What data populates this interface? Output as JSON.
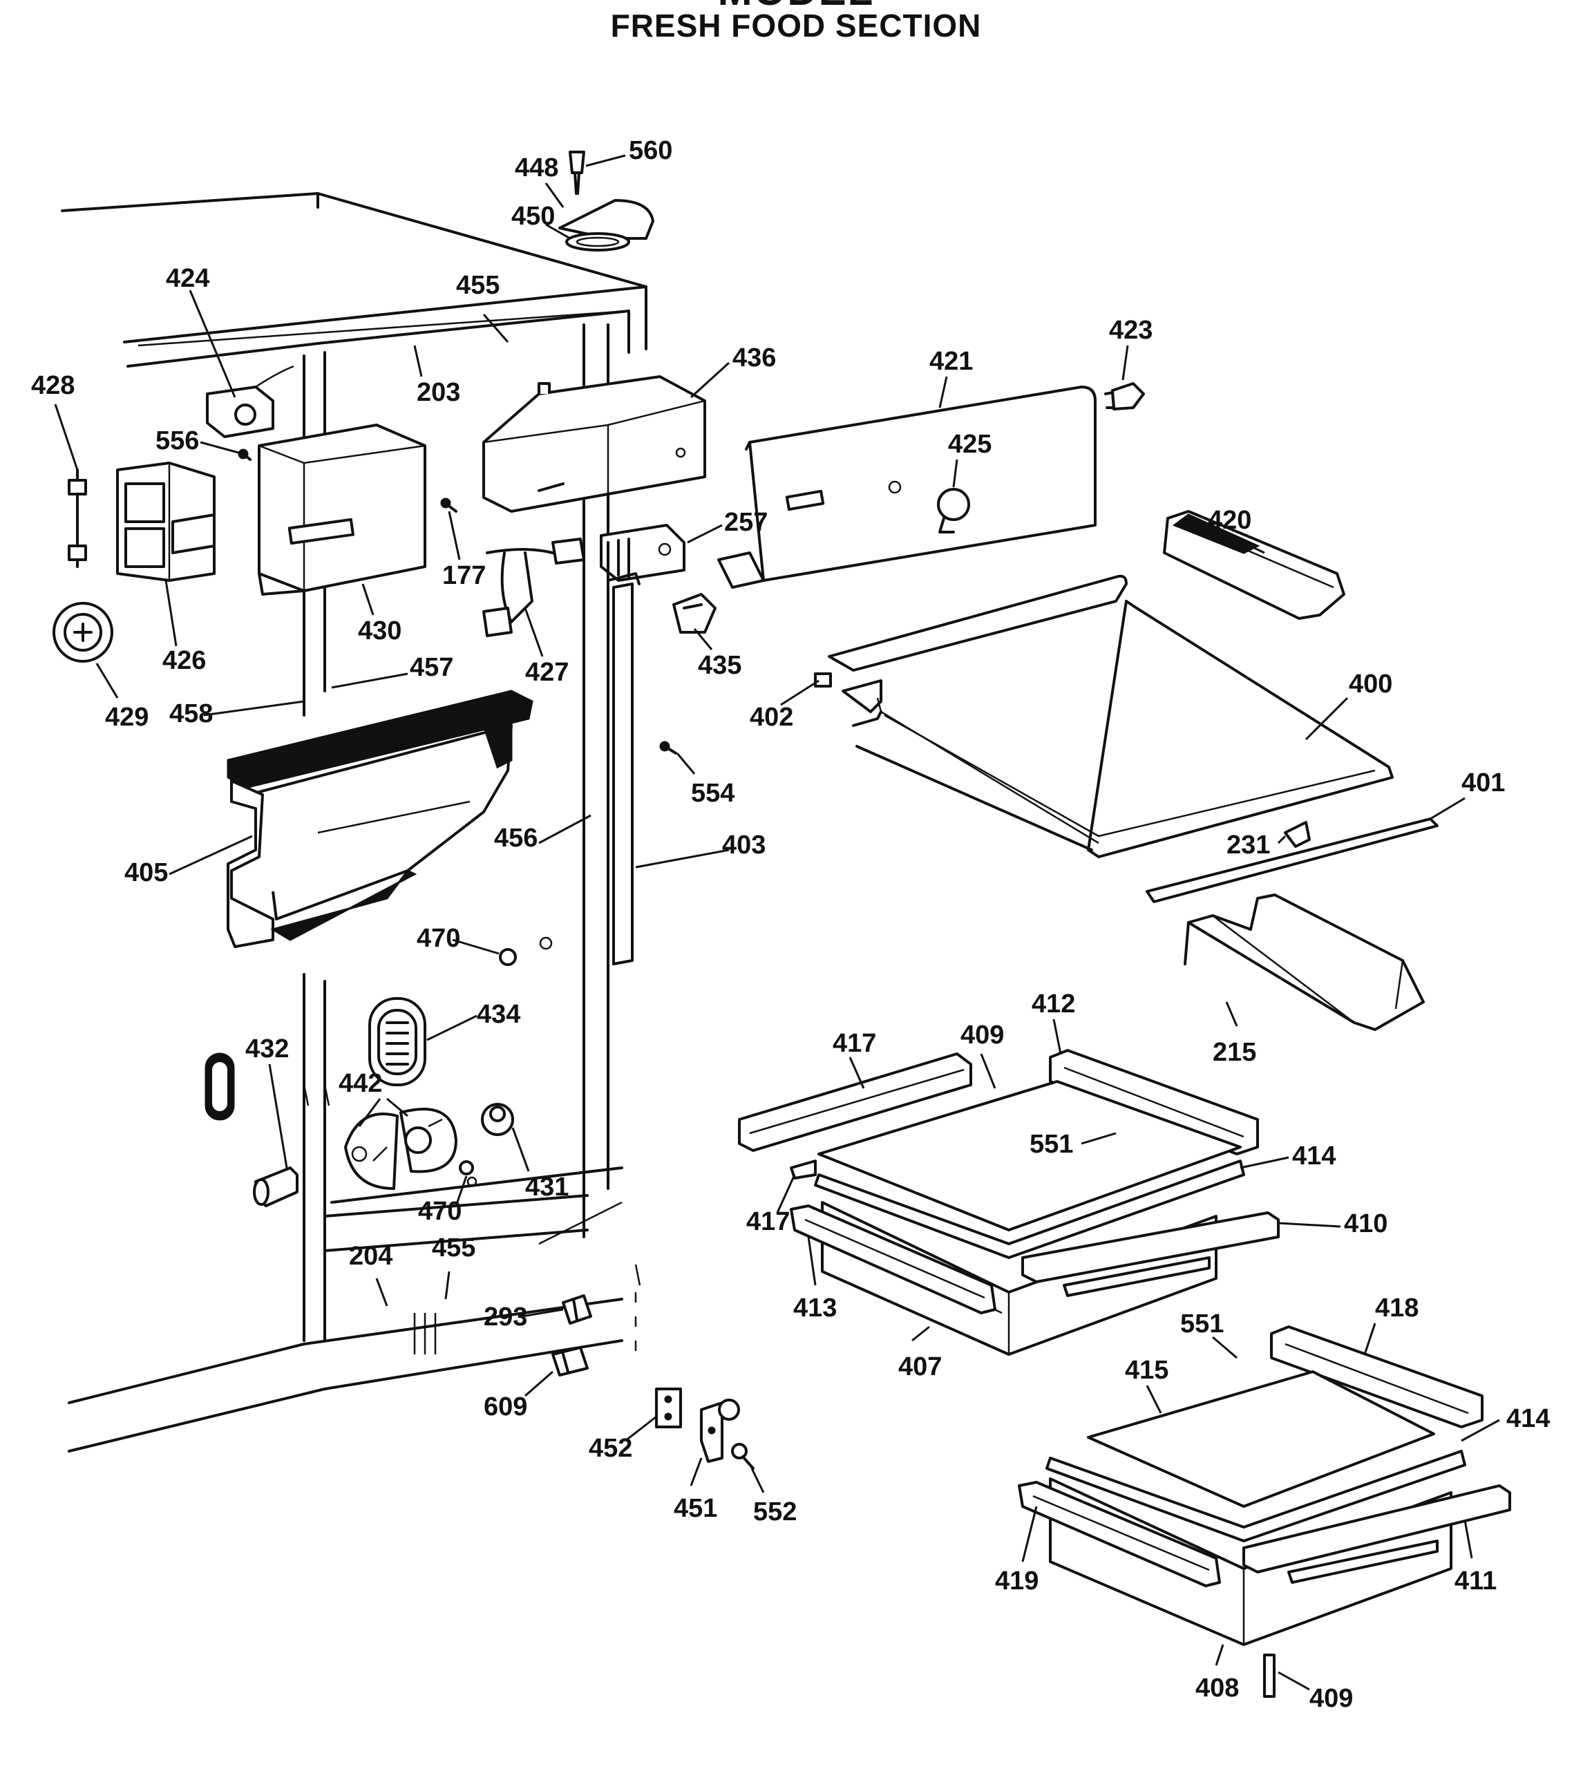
{
  "header": {
    "model_title": "MODEL",
    "section_title": "FRESH FOOD SECTION"
  },
  "parts": [
    {
      "id": "p560",
      "label": "560"
    },
    {
      "id": "p448",
      "label": "448"
    },
    {
      "id": "p450",
      "label": "450"
    },
    {
      "id": "p455a",
      "label": "455"
    },
    {
      "id": "p424",
      "label": "424"
    },
    {
      "id": "p436",
      "label": "436"
    },
    {
      "id": "p421",
      "label": "421"
    },
    {
      "id": "p423",
      "label": "423"
    },
    {
      "id": "p428",
      "label": "428"
    },
    {
      "id": "p203",
      "label": "203"
    },
    {
      "id": "p556",
      "label": "556"
    },
    {
      "id": "p425",
      "label": "425"
    },
    {
      "id": "p420",
      "label": "420"
    },
    {
      "id": "p257",
      "label": "257"
    },
    {
      "id": "p177",
      "label": "177"
    },
    {
      "id": "p426",
      "label": "426"
    },
    {
      "id": "p430",
      "label": "430"
    },
    {
      "id": "p427",
      "label": "427"
    },
    {
      "id": "p435",
      "label": "435"
    },
    {
      "id": "p400",
      "label": "400"
    },
    {
      "id": "p402",
      "label": "402"
    },
    {
      "id": "p457",
      "label": "457"
    },
    {
      "id": "p429",
      "label": "429"
    },
    {
      "id": "p458",
      "label": "458"
    },
    {
      "id": "p554",
      "label": "554"
    },
    {
      "id": "p401",
      "label": "401"
    },
    {
      "id": "p456",
      "label": "456"
    },
    {
      "id": "p403",
      "label": "403"
    },
    {
      "id": "p231",
      "label": "231"
    },
    {
      "id": "p405",
      "label": "405"
    },
    {
      "id": "p470a",
      "label": "470"
    },
    {
      "id": "p434",
      "label": "434"
    },
    {
      "id": "p215",
      "label": "215"
    },
    {
      "id": "p412",
      "label": "412"
    },
    {
      "id": "p417a",
      "label": "417"
    },
    {
      "id": "p409a",
      "label": "409"
    },
    {
      "id": "p432",
      "label": "432"
    },
    {
      "id": "p442",
      "label": "442"
    },
    {
      "id": "p551a",
      "label": "551"
    },
    {
      "id": "p414a",
      "label": "414"
    },
    {
      "id": "p431",
      "label": "431"
    },
    {
      "id": "p417b",
      "label": "417"
    },
    {
      "id": "p410",
      "label": "410"
    },
    {
      "id": "p470b",
      "label": "470"
    },
    {
      "id": "p204",
      "label": "204"
    },
    {
      "id": "p455b",
      "label": "455"
    },
    {
      "id": "p418",
      "label": "418"
    },
    {
      "id": "p413",
      "label": "413"
    },
    {
      "id": "p293",
      "label": "293"
    },
    {
      "id": "p551b",
      "label": "551"
    },
    {
      "id": "p407",
      "label": "407"
    },
    {
      "id": "p415",
      "label": "415"
    },
    {
      "id": "p609",
      "label": "609"
    },
    {
      "id": "p414b",
      "label": "414"
    },
    {
      "id": "p452",
      "label": "452"
    },
    {
      "id": "p451",
      "label": "451"
    },
    {
      "id": "p552",
      "label": "552"
    },
    {
      "id": "p419",
      "label": "419"
    },
    {
      "id": "p411",
      "label": "411"
    },
    {
      "id": "p408",
      "label": "408"
    },
    {
      "id": "p409b",
      "label": "409"
    }
  ]
}
